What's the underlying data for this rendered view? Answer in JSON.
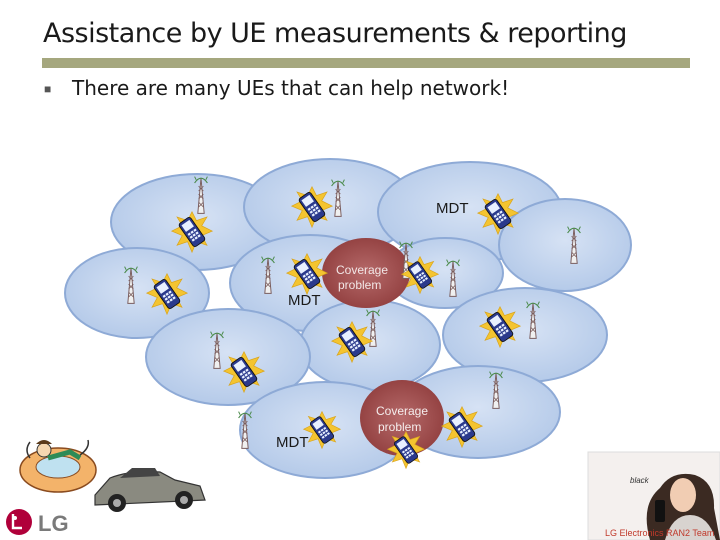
{
  "slide": {
    "title": "Assistance by UE measurements & reporting",
    "bullet": "There are many UEs that can help network!",
    "bullet_icon": "square-bullet"
  },
  "diagram": {
    "mdt_labels": [
      "MDT",
      "MDT",
      "MDT"
    ],
    "coverage_labels": [
      {
        "line1": "Coverage",
        "line2": "problem"
      },
      {
        "line1": "Coverage",
        "line2": "problem"
      }
    ],
    "colors": {
      "cell_fill": "#b9cdea",
      "cell_stroke": "#8eaad6",
      "coverage_fill": "#9e4a4a",
      "phone_body": "#2b3a8c",
      "starburst": "#f4c430"
    }
  },
  "branding": {
    "logo": "LG",
    "footer": "LG Electronics RAN2 Team",
    "ad_text": "black"
  }
}
